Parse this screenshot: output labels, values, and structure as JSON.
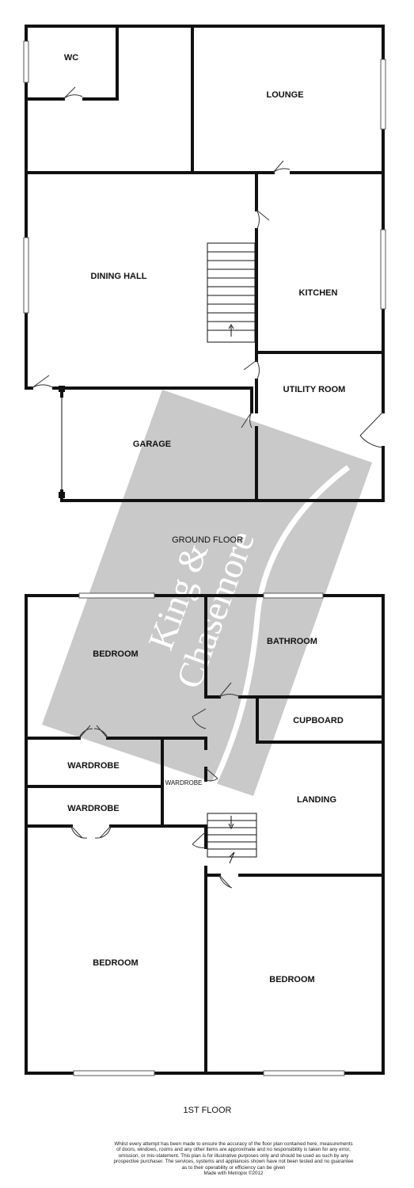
{
  "ground_floor": {
    "label": "GROUND FLOOR",
    "rooms": {
      "wc": "WC",
      "lounge": "LOUNGE",
      "dining_hall": "DINING HALL",
      "kitchen": "KITCHEN",
      "utility_room": "UTILITY ROOM",
      "garage": "GARAGE"
    }
  },
  "first_floor": {
    "label": "1ST FLOOR",
    "rooms": {
      "bedroom_top_left": "BEDROOM",
      "bathroom": "BATHROOM",
      "cupboard": "CUPBOARD",
      "wardrobe_upper": "WARDROBE",
      "wardrobe_small": "WARDROBE",
      "wardrobe_lower": "WARDROBE",
      "landing": "LANDING",
      "bedroom_bottom_left": "BEDROOM",
      "bedroom_bottom_right": "BEDROOM"
    }
  },
  "watermark": {
    "line1": "King &",
    "line2": "Chasemore"
  },
  "disclaimer": {
    "line1": "Whilst every attempt has been made to ensure the accuracy of the floor plan contained here, measurements",
    "line2": "of doors, windows, rooms and any other items are approximate and no responsibility is taken for any error,",
    "line3": "omission, or mis-statement. This plan is for illustrative purposes only and should be used as such by any",
    "line4": "prospective purchaser. The services, systems and appliances shown have not been tested and no guarantee",
    "line5": "as to their operability or efficiency can be given",
    "line6": "Made with Metropix ©2012"
  },
  "colors": {
    "walls": "#111111",
    "watermark": "#c4c4c4"
  }
}
